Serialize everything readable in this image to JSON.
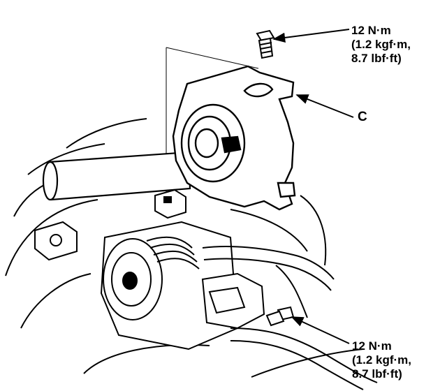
{
  "callouts": {
    "torque_top": {
      "line1": "12 N·m",
      "line2": "(1.2 kgf·m,",
      "line3": "8.7 lbf·ft)"
    },
    "label_c": "C",
    "torque_bottom": {
      "line1": "12 N·m",
      "line2": "(1.2 kgf·m,",
      "line3": "8.7 lbf·ft)"
    }
  },
  "colors": {
    "ink": "#000000",
    "paper": "#ffffff"
  },
  "icons": {
    "top_bolt": "bolt-icon",
    "bottom_bolt": "bolt-icon",
    "bracket": "mount-bracket-icon"
  }
}
